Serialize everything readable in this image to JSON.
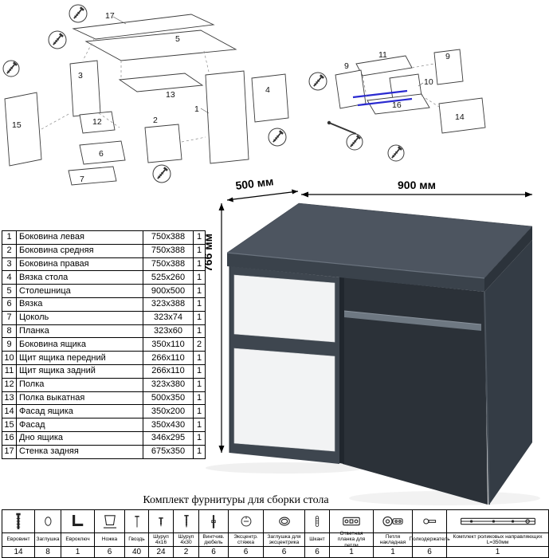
{
  "dimensions": {
    "width_label": "900 мм",
    "depth_label": "500 мм",
    "height_label": "766 мм"
  },
  "parts_table": {
    "rows": [
      {
        "num": "1",
        "name": "Боковина левая",
        "size": "750x388",
        "qty": "1"
      },
      {
        "num": "2",
        "name": "Боковина средняя",
        "size": "750x388",
        "qty": "1"
      },
      {
        "num": "3",
        "name": "Боковина правая",
        "size": "750x388",
        "qty": "1"
      },
      {
        "num": "4",
        "name": "Вязка стола",
        "size": "525x260",
        "qty": "1"
      },
      {
        "num": "5",
        "name": "Столешница",
        "size": "900x500",
        "qty": "1"
      },
      {
        "num": "6",
        "name": "Вязка",
        "size": "323x388",
        "qty": "1"
      },
      {
        "num": "7",
        "name": "Цоколь",
        "size": "323x74",
        "qty": "1"
      },
      {
        "num": "8",
        "name": "Планка",
        "size": "323x60",
        "qty": "1"
      },
      {
        "num": "9",
        "name": "Боковина ящика",
        "size": "350x110",
        "qty": "2"
      },
      {
        "num": "10",
        "name": "Щит ящика передний",
        "size": "266x110",
        "qty": "1"
      },
      {
        "num": "11",
        "name": "Щит ящика задний",
        "size": "266x110",
        "qty": "1"
      },
      {
        "num": "12",
        "name": "Полка",
        "size": "323x380",
        "qty": "1"
      },
      {
        "num": "13",
        "name": "Полка выкатная",
        "size": "500x350",
        "qty": "1"
      },
      {
        "num": "14",
        "name": "Фасад ящика",
        "size": "350x200",
        "qty": "1"
      },
      {
        "num": "15",
        "name": "Фасад",
        "size": "350x430",
        "qty": "1"
      },
      {
        "num": "16",
        "name": "Дно ящика",
        "size": "346x295",
        "qty": "1"
      },
      {
        "num": "17",
        "name": "Стенка задняя",
        "size": "675x350",
        "qty": "1"
      }
    ]
  },
  "hardware": {
    "title": "Комплект фурнитуры для сборки стола",
    "items": [
      {
        "name": "Евровинт",
        "qty": "14",
        "icon": "confirmat-screw"
      },
      {
        "name": "Заглушка",
        "qty": "8",
        "icon": "cap-plug"
      },
      {
        "name": "Евроключ",
        "qty": "1",
        "icon": "hex-key"
      },
      {
        "name": "Ножка",
        "qty": "6",
        "icon": "furniture-foot"
      },
      {
        "name": "Гвоздь",
        "qty": "40",
        "icon": "nail"
      },
      {
        "name": "Шуруп 4х16",
        "qty": "24",
        "icon": "screw-4x16"
      },
      {
        "name": "Шуруп 4х30",
        "qty": "2",
        "icon": "screw-4x30"
      },
      {
        "name": "Винтчив. дюбель",
        "qty": "6",
        "icon": "dowel-screw"
      },
      {
        "name": "Эксцентр. стяжка",
        "qty": "6",
        "icon": "cam-lock"
      },
      {
        "name": "Заглушка для эксцентрика",
        "qty": "6",
        "icon": "cam-cap"
      },
      {
        "name": "Шкант",
        "qty": "6",
        "icon": "wood-dowel"
      },
      {
        "name": "Ответная планка для петли",
        "qty": "1",
        "icon": "hinge-plate"
      },
      {
        "name": "Петля накладная",
        "qty": "1",
        "icon": "hinge"
      },
      {
        "name": "Полкодержатель",
        "qty": "6",
        "icon": "shelf-pin"
      },
      {
        "name": "Комплект роликовых направляющих L=350мм",
        "qty": "1",
        "icon": "drawer-slide"
      }
    ]
  },
  "diagrams": {
    "left": {
      "labels": [
        "17",
        "5",
        "3",
        "13",
        "12",
        "6",
        "7",
        "1",
        "15",
        "4",
        "2"
      ]
    },
    "right": {
      "labels": [
        "11",
        "9",
        "9",
        "10",
        "16",
        "14"
      ]
    }
  },
  "colors": {
    "desk_top": "#4d5560",
    "desk_front": "#3e464f",
    "desk_side": "#343c45",
    "desk_interior": "#2b3138",
    "front_white": "#f2f3f4",
    "guide_blue": "#2a2ad0"
  }
}
